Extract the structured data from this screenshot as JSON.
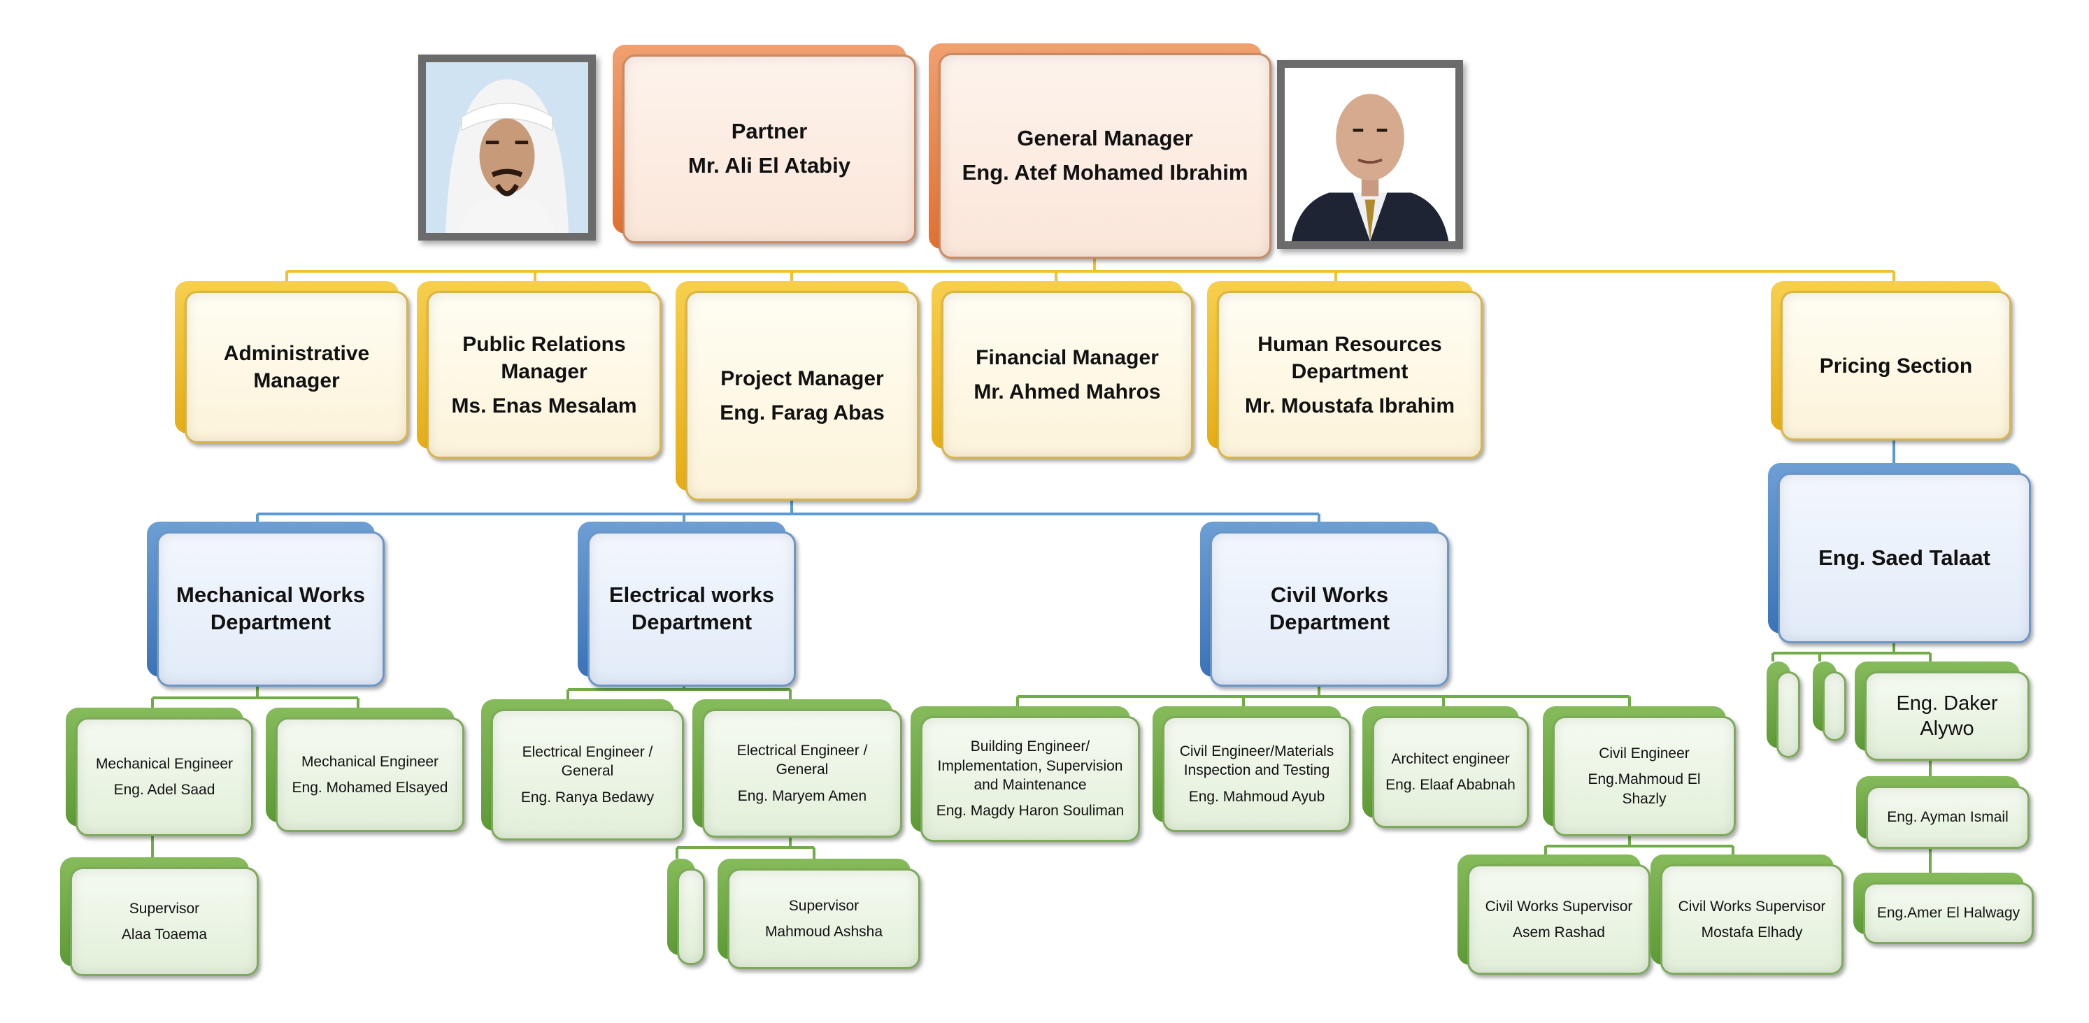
{
  "colors": {
    "top": "#e07030",
    "second": "#e5ac16",
    "department": "#3a73b8",
    "staff": "#5d9a35",
    "connector_yellow": "#f2c22a",
    "connector_blue": "#5b9bd5",
    "connector_green": "#70ad47"
  },
  "photos": [
    {
      "id": "partner_photo",
      "subject": "Man in white ghutra headdress"
    },
    {
      "id": "gm_photo",
      "subject": "Bald man in dark suit and striped tie"
    }
  ],
  "top": {
    "partner": {
      "title": "Partner",
      "name": "Mr. Ali El Atabiy"
    },
    "general_manager": {
      "title": "General Manager",
      "name": "Eng. Atef Mohamed Ibrahim"
    }
  },
  "managers": {
    "administrative": {
      "title": "Administrative Manager"
    },
    "public_relations": {
      "title": "Public Relations Manager",
      "name": "Ms. Enas Mesalam"
    },
    "project": {
      "title": "Project Manager",
      "name": "Eng. Farag Abas"
    },
    "financial": {
      "title": "Financial Manager",
      "name": "Mr. Ahmed Mahros"
    },
    "human_resources": {
      "title": "Human Resources Department",
      "name": "Mr. Moustafa Ibrahim"
    },
    "pricing": {
      "title": "Pricing Section"
    }
  },
  "departments": {
    "mechanical": {
      "title": "Mechanical Works Department"
    },
    "electrical": {
      "title": "Electrical works Department"
    },
    "civil": {
      "title": "Civil Works Department"
    },
    "pricing_head": {
      "name": "Eng. Saed Talaat"
    }
  },
  "staff": {
    "mech_eng_1": {
      "title": "Mechanical Engineer",
      "name": "Eng. Adel Saad"
    },
    "mech_eng_2": {
      "title": "Mechanical Engineer",
      "name": "Eng. Mohamed Elsayed"
    },
    "mech_supervisor": {
      "title": "Supervisor",
      "name": "Alaa Toaema"
    },
    "elec_eng_1": {
      "title": "Electrical Engineer / General",
      "name": "Eng. Ranya Bedawy"
    },
    "elec_eng_2": {
      "title": "Electrical Engineer / General",
      "name": "Eng. Maryem Amen"
    },
    "elec_supervisor": {
      "title": "Supervisor",
      "name": "Mahmoud Ashsha"
    },
    "civil_building": {
      "title": "Building Engineer/ Implementation, Supervision and Maintenance",
      "name": "Eng. Magdy Haron Souliman"
    },
    "civil_materials": {
      "title": "Civil Engineer/Materials Inspection and Testing",
      "name": "Eng. Mahmoud Ayub"
    },
    "civil_architect": {
      "title": "Architect engineer",
      "name": "Eng. Elaaf Ababnah"
    },
    "civil_engineer": {
      "title": "Civil Engineer",
      "name": "Eng.Mahmoud El Shazly"
    },
    "civil_supervisor_1": {
      "title": "Civil Works Supervisor",
      "name": "Asem Rashad"
    },
    "civil_supervisor_2": {
      "title": "Civil Works Supervisor",
      "name": "Mostafa Elhady"
    },
    "pricing_daker": {
      "name": "Eng. Daker Alywo"
    },
    "pricing_ayman": {
      "name": "Eng. Ayman Ismail"
    },
    "pricing_amer": {
      "name": "Eng.Amer El Halwagy"
    }
  }
}
